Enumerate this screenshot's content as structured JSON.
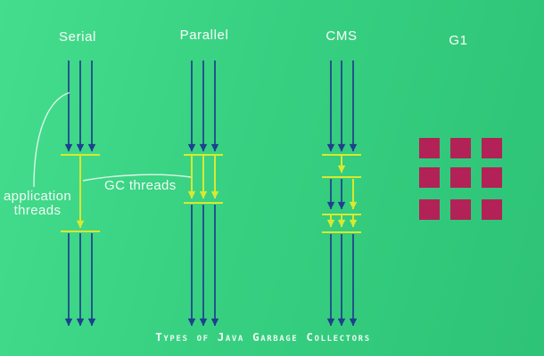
{
  "title": "Types of Java Garbage Collectors",
  "columns": [
    {
      "id": "serial",
      "label": "Serial"
    },
    {
      "id": "parallel",
      "label": "Parallel"
    },
    {
      "id": "cms",
      "label": "CMS"
    },
    {
      "id": "g1",
      "label": "G1"
    }
  ],
  "annotations": {
    "application_threads": "application threads",
    "gc_threads": "GC threads"
  },
  "colors": {
    "background_start": "#44dd8d",
    "background_end": "#2ec377",
    "application_thread_arrow": "#1f3f8f",
    "gc_thread_arrow": "#d8e92f",
    "g1_heap_region": "#b22257",
    "annotation_line": "#eef8f2",
    "text": "#f2faf5"
  }
}
